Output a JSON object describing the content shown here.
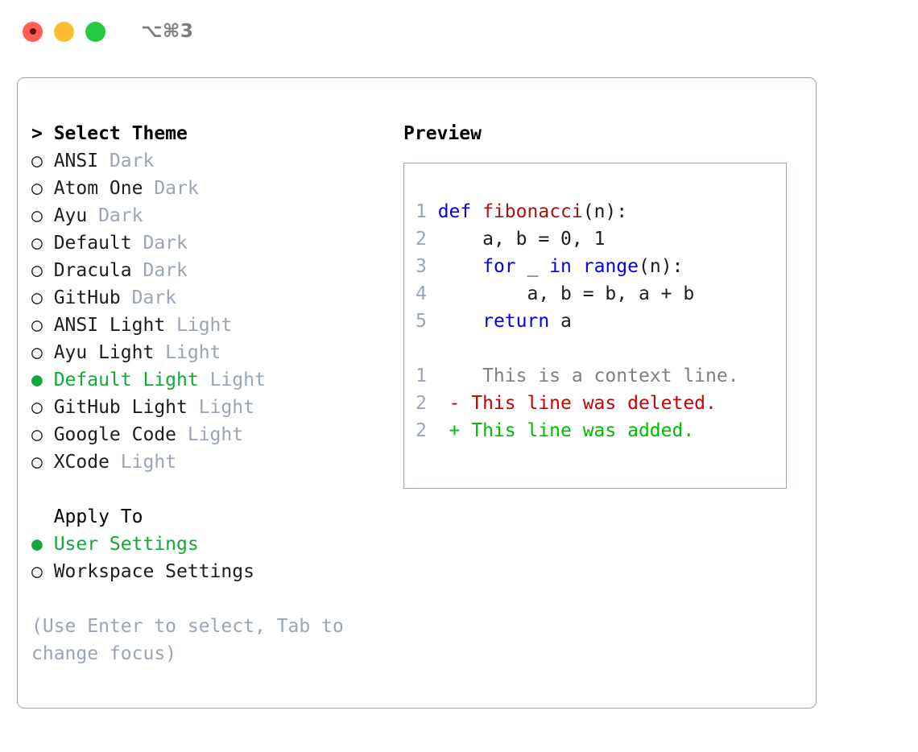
{
  "titlebar": {
    "shortcut": "⌥⌘3",
    "lights": [
      "close-red",
      "minimize-amber",
      "zoom-green"
    ]
  },
  "theme_list": {
    "header": "> Select Theme",
    "items": [
      {
        "bullet": "○",
        "name": "ANSI",
        "tag": "Dark",
        "selected": false
      },
      {
        "bullet": "○",
        "name": "Atom One",
        "tag": "Dark",
        "selected": false
      },
      {
        "bullet": "○",
        "name": "Ayu",
        "tag": "Dark",
        "selected": false
      },
      {
        "bullet": "○",
        "name": "Default",
        "tag": "Dark",
        "selected": false
      },
      {
        "bullet": "○",
        "name": "Dracula",
        "tag": "Dark",
        "selected": false
      },
      {
        "bullet": "○",
        "name": "GitHub",
        "tag": "Dark",
        "selected": false
      },
      {
        "bullet": "○",
        "name": "ANSI Light",
        "tag": "Light",
        "selected": false
      },
      {
        "bullet": "○",
        "name": "Ayu Light",
        "tag": "Light",
        "selected": false
      },
      {
        "bullet": "●",
        "name": "Default Light",
        "tag": "Light",
        "selected": true
      },
      {
        "bullet": "○",
        "name": "GitHub Light",
        "tag": "Light",
        "selected": false
      },
      {
        "bullet": "○",
        "name": "Google Code",
        "tag": "Light",
        "selected": false
      },
      {
        "bullet": "○",
        "name": "XCode",
        "tag": "Light",
        "selected": false
      }
    ]
  },
  "apply_to": {
    "header": "  Apply To",
    "items": [
      {
        "bullet": "●",
        "name": "User Settings",
        "tag": "",
        "selected": true
      },
      {
        "bullet": "○",
        "name": "Workspace Settings",
        "tag": "",
        "selected": false
      }
    ]
  },
  "hint": "(Use Enter to select, Tab to change focus)",
  "preview": {
    "title": "Preview",
    "code_lines": [
      {
        "num": "1",
        "tokens": [
          {
            "t": "def",
            "c": "kw"
          },
          {
            "t": " ",
            "c": "plain"
          },
          {
            "t": "fibonacci",
            "c": "fn"
          },
          {
            "t": "(n):",
            "c": "plain"
          }
        ]
      },
      {
        "num": "2",
        "tokens": [
          {
            "t": "    a, b = 0, 1",
            "c": "plain"
          }
        ]
      },
      {
        "num": "3",
        "tokens": [
          {
            "t": "    ",
            "c": "plain"
          },
          {
            "t": "for",
            "c": "kw"
          },
          {
            "t": " _ ",
            "c": "plain"
          },
          {
            "t": "in",
            "c": "kw"
          },
          {
            "t": " ",
            "c": "plain"
          },
          {
            "t": "range",
            "c": "kw"
          },
          {
            "t": "(n):",
            "c": "plain"
          }
        ]
      },
      {
        "num": "4",
        "tokens": [
          {
            "t": "        a, b = b, a + b",
            "c": "plain"
          }
        ]
      },
      {
        "num": "5",
        "tokens": [
          {
            "t": "    ",
            "c": "plain"
          },
          {
            "t": "return",
            "c": "kw"
          },
          {
            "t": " a",
            "c": "plain"
          }
        ]
      }
    ],
    "diff_lines": [
      {
        "num": "1",
        "marker": " ",
        "text": "  This is a context line.",
        "kind": "diff-context"
      },
      {
        "num": "2",
        "marker": "-",
        "text": " This line was deleted.",
        "kind": "diff-del"
      },
      {
        "num": "2",
        "marker": "+",
        "text": " This line was added.",
        "kind": "diff-add"
      }
    ]
  },
  "colors": {
    "selected_green": "#12a83a",
    "muted_gray": "#9aa5b5",
    "keyword_blue": "#0000ee",
    "function_red": "#a31515",
    "diff_add": "#00bb00",
    "diff_del": "#cc0000",
    "border": "#9aa5b5"
  }
}
